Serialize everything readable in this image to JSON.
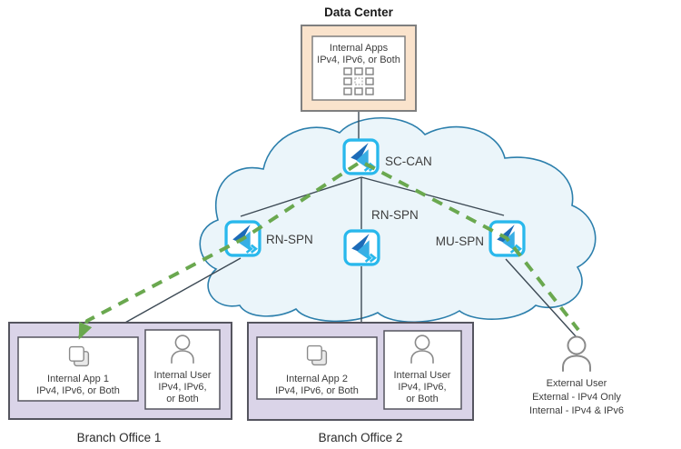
{
  "colors": {
    "cloud_fill": "#EBF5FA",
    "cloud_stroke": "#2C7FAC",
    "icon_border": "#29B8EC",
    "icon_glyph_dark": "#1C6BB8",
    "icon_glyph_light": "#39AEE4",
    "green_path": "#6AA84F",
    "connector_gray": "#3D4A55",
    "data_center_fill": "#FAE3CC",
    "branch_fill": "#DAD4E8",
    "box_border_gray": "#7F7F7F",
    "branch_border": "#55555F"
  },
  "data_center": {
    "title": "Data Center",
    "lines": [
      "Internal Apps",
      "IPv4, IPv6, or Both"
    ]
  },
  "cloud": {
    "sc_can": "SC-CAN",
    "rn_spn_left": "RN-SPN",
    "rn_spn_mid": "RN-SPN",
    "mu_spn": "MU-SPN"
  },
  "branch1": {
    "label": "Branch Office 1",
    "app_lines": [
      "Internal App 1",
      "IPv4, IPv6, or Both"
    ],
    "user_lines": [
      "Internal User",
      "IPv4, IPv6,",
      "or Both"
    ]
  },
  "branch2": {
    "label": "Branch Office 2",
    "app_lines": [
      "Internal App 2",
      "IPv4, IPv6, or Both"
    ],
    "user_lines": [
      "Internal User",
      "IPv4, IPv6,",
      "or Both"
    ]
  },
  "external_user": {
    "lines": [
      "External User",
      "External - IPv4 Only",
      "Internal - IPv4 & IPv6"
    ]
  }
}
